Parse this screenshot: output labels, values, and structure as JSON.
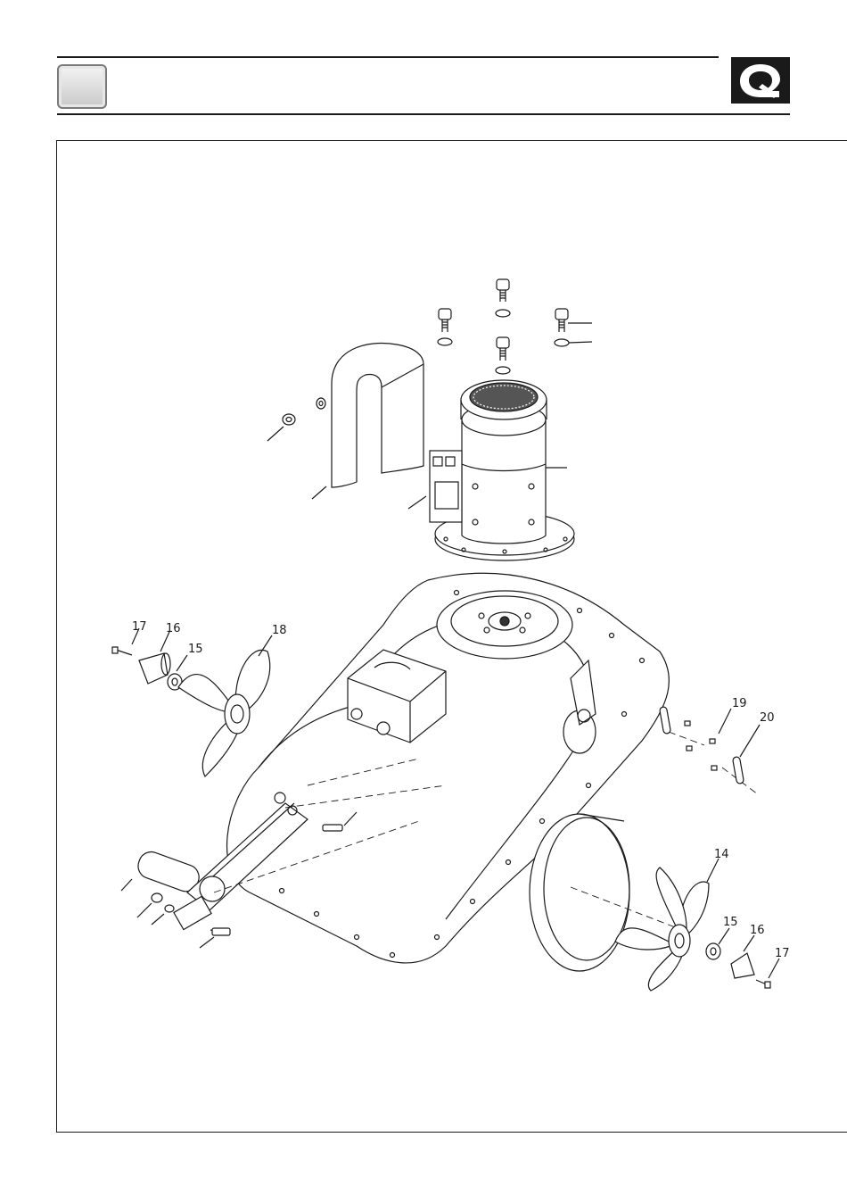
{
  "header": {
    "chapter_box_color": "#d9d9d9",
    "logo": "quick-q-logo"
  },
  "diagram": {
    "callouts": {
      "c17a": "17",
      "c16a": "16",
      "c15a": "15",
      "c18": "18",
      "c19": "19",
      "c20": "20",
      "c14": "14",
      "c15b": "15",
      "c16b": "16",
      "c17b": "17"
    }
  }
}
